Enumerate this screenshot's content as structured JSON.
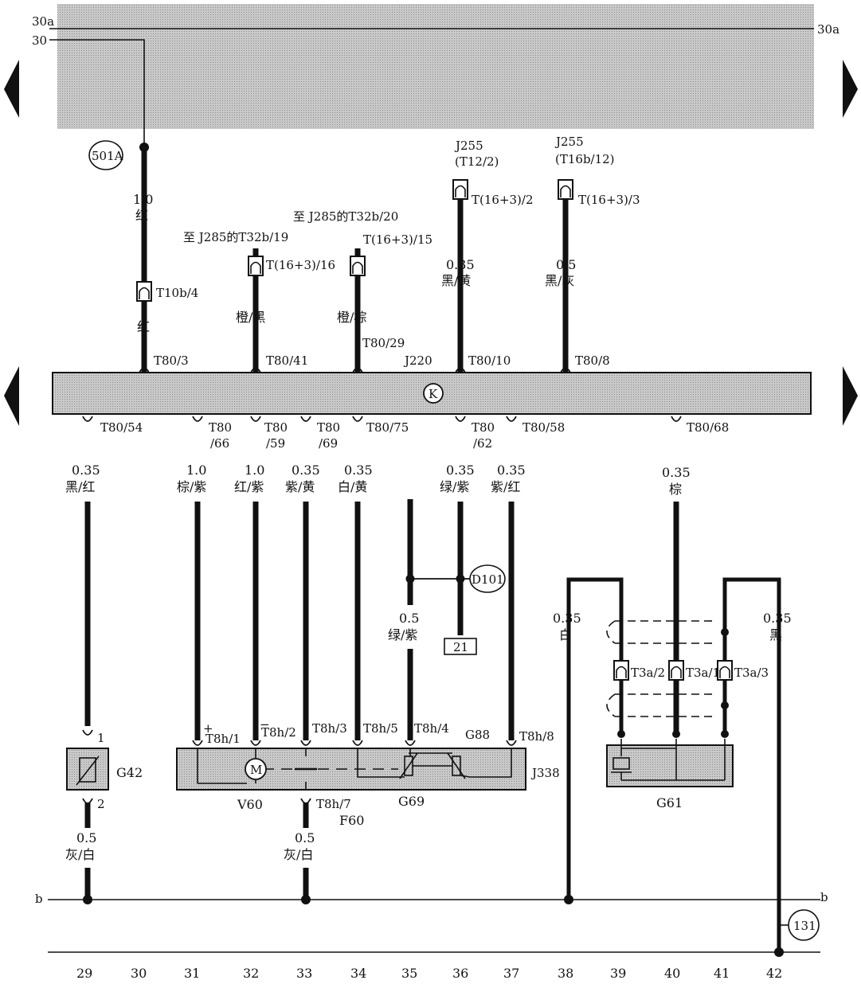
{
  "rails": {
    "r30a_left": "30a",
    "r30a_right": "30a",
    "r30_left": "30",
    "b_left": "b",
    "b_right": "b"
  },
  "circles": {
    "c501a": "501A",
    "d101": "D101",
    "c131": "131"
  },
  "control_unit": {
    "name": "J220",
    "symbol": "K"
  },
  "upper_labels": {
    "w30_size": "1.0",
    "w30_color": "红",
    "t10b4": "T10b/4",
    "w30_color2": "红",
    "t80_3": "T80/3",
    "w32_dest": "至 J285的T32b/19",
    "w32_conn": "T(16+3)/16",
    "w32_color": "橙/黑",
    "t80_41": "T80/41",
    "w34_dest": "至 J285的T32b/20",
    "w34_conn": "T(16+3)/15",
    "w34_color": "橙/棕",
    "t80_29": "T80/29",
    "j255_a": "J255",
    "j255_a_pin": "(T12/2)",
    "w36_conn": "T(16+3)/2",
    "w36_size": "0.35",
    "w36_color": "黑/黄",
    "t80_10": "T80/10",
    "j255_b": "J255",
    "j255_b_pin": "(T16b/12)",
    "w38_conn": "T(16+3)/3",
    "w38_size": "0.5",
    "w38_color": "黑/灰",
    "t80_8": "T80/8"
  },
  "lower_pins": {
    "t80_54": "T80/54",
    "t80_66a": "T80",
    "t80_66b": "/66",
    "t80_59a": "T80",
    "t80_59b": "/59",
    "t80_69a": "T80",
    "t80_69b": "/69",
    "t80_75": "T80/75",
    "t80_62a": "T80",
    "t80_62b": "/62",
    "t80_58": "T80/58",
    "t80_68": "T80/68"
  },
  "lower_wires": {
    "w29_size": "0.35",
    "w29_color": "黑/红",
    "w31_size": "1.0",
    "w31_color": "棕/紫",
    "w32_size": "1.0",
    "w32_color": "红/紫",
    "w33_size": "0.35",
    "w33_color": "紫/黄",
    "w34_size": "0.35",
    "w34_color": "白/黄",
    "w36_size": "0.35",
    "w36_color": "绿/紫",
    "w37_size": "0.35",
    "w37_color": "紫/红",
    "w40_size": "0.35",
    "w40_color": "棕",
    "w35_size": "0.5",
    "w35_color": "绿/紫",
    "ref_21": "21",
    "w38_size": "0.35",
    "w38_color": "白",
    "w42_size": "0.35",
    "w42_color": "黑"
  },
  "components": {
    "g42": "G42",
    "g42_pin1": "1",
    "g42_pin2": "2",
    "g42_wire_size": "0.5",
    "g42_wire_color": "灰/白",
    "j338": "J338",
    "v60": "V60",
    "f60": "F60",
    "g69": "G69",
    "g88": "G88",
    "motor": "M",
    "plus": "+",
    "minus": "−",
    "t8h_1": "T8h/1",
    "t8h_2": "T8h/2",
    "t8h_3": "T8h/3",
    "t8h_5": "T8h/5",
    "t8h_4": "T8h/4",
    "t8h_8": "T8h/8",
    "t8h_7": "T8h/7",
    "f60_wire_size": "0.5",
    "f60_wire_color": "灰/白",
    "g61": "G61",
    "t3a_2": "T3a/2",
    "t3a_1": "T3a/1",
    "t3a_3": "T3a/3"
  },
  "columns": [
    "29",
    "30",
    "31",
    "32",
    "33",
    "34",
    "35",
    "36",
    "37",
    "38",
    "39",
    "40",
    "41",
    "42"
  ]
}
